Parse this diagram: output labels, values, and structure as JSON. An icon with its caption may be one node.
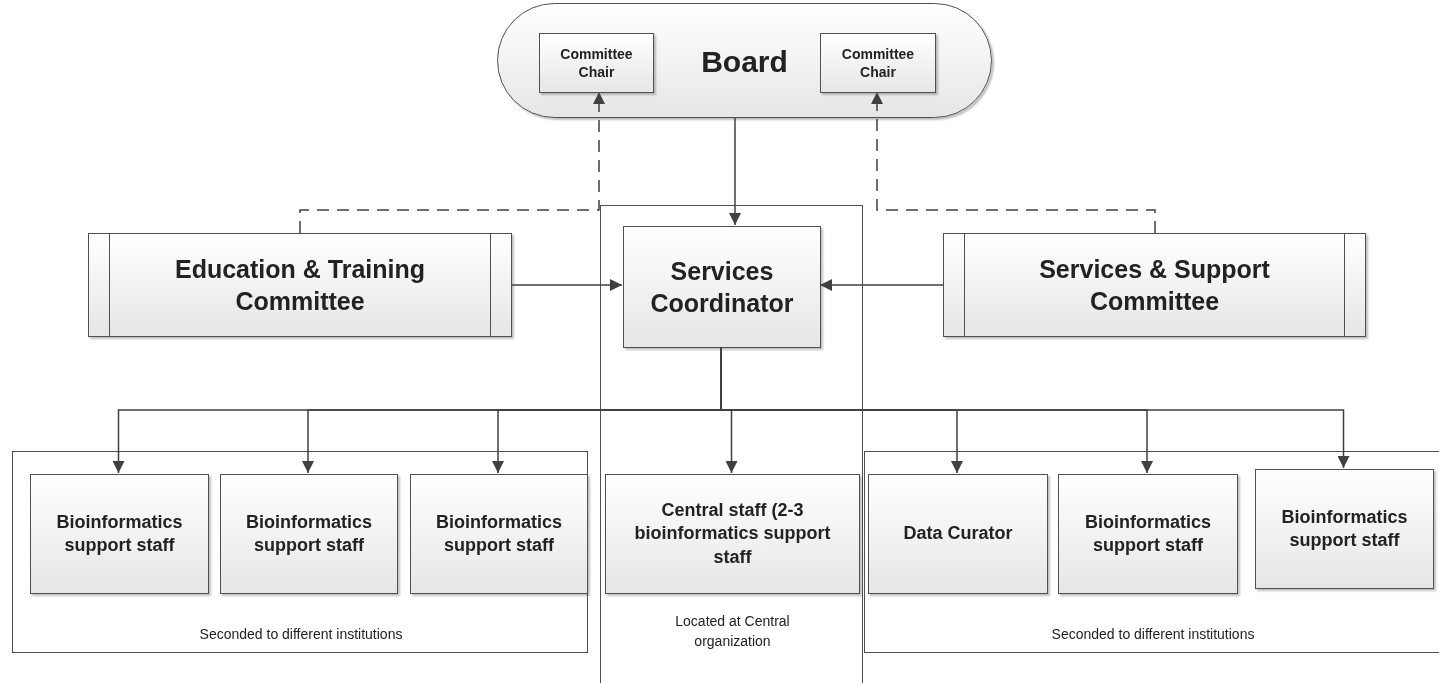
{
  "diagram": {
    "nodes": [
      {
        "text": [
          "Board"
        ]
      },
      {
        "text": [
          "Committee Chair"
        ],
        "in": 0
      },
      {
        "text": [
          "Committee Chair"
        ],
        "in": 0
      },
      {
        "text": [
          "Education & Training Committee"
        ]
      },
      {
        "text": [
          "Located at Central organization"
        ]
      },
      {
        "text": [
          "Services Coordinator"
        ],
        "in": 4
      },
      {
        "text": [
          "Services & Support Committee"
        ]
      },
      {
        "text": [
          "Seconded to different institutions"
        ]
      },
      {
        "text": [
          "Bioinformatics support staff"
        ],
        "in": 7
      },
      {
        "text": [
          "Bioinformatics support staff"
        ],
        "in": 7
      },
      {
        "text": [
          "Bioinformatics support staff"
        ],
        "in": 7
      },
      {
        "text": [
          "Central staff (2-3 bioinformatics support staff"
        ],
        "in": 4
      },
      {
        "text": [
          "Seconded to different institutions"
        ]
      },
      {
        "text": [
          "Data Curator"
        ],
        "in": 12
      },
      {
        "text": [
          "Bioinformatics support staff"
        ],
        "in": 12
      },
      {
        "text": [
          "Bioinformatics support staff"
        ],
        "in": 12
      }
    ],
    "edges": [
      {
        "from": 3,
        "to": 1,
        "arrow": "to",
        "style": "dashed"
      },
      {
        "from": 6,
        "to": 2,
        "arrow": "to",
        "style": "dashed"
      },
      {
        "from": 0,
        "to": 5,
        "arrow": "to"
      },
      {
        "from": 3,
        "to": 5,
        "arrow": "to"
      },
      {
        "from": 6,
        "to": 5,
        "arrow": "to"
      },
      {
        "from": 5,
        "to": 8,
        "arrow": "to"
      },
      {
        "from": 5,
        "to": 9,
        "arrow": "to"
      },
      {
        "from": 5,
        "to": 10,
        "arrow": "to"
      },
      {
        "from": 5,
        "to": 11,
        "arrow": "to"
      },
      {
        "from": 5,
        "to": 13,
        "arrow": "to"
      },
      {
        "from": 5,
        "to": 14,
        "arrow": "to"
      },
      {
        "from": 5,
        "to": 15,
        "arrow": "to"
      }
    ]
  }
}
